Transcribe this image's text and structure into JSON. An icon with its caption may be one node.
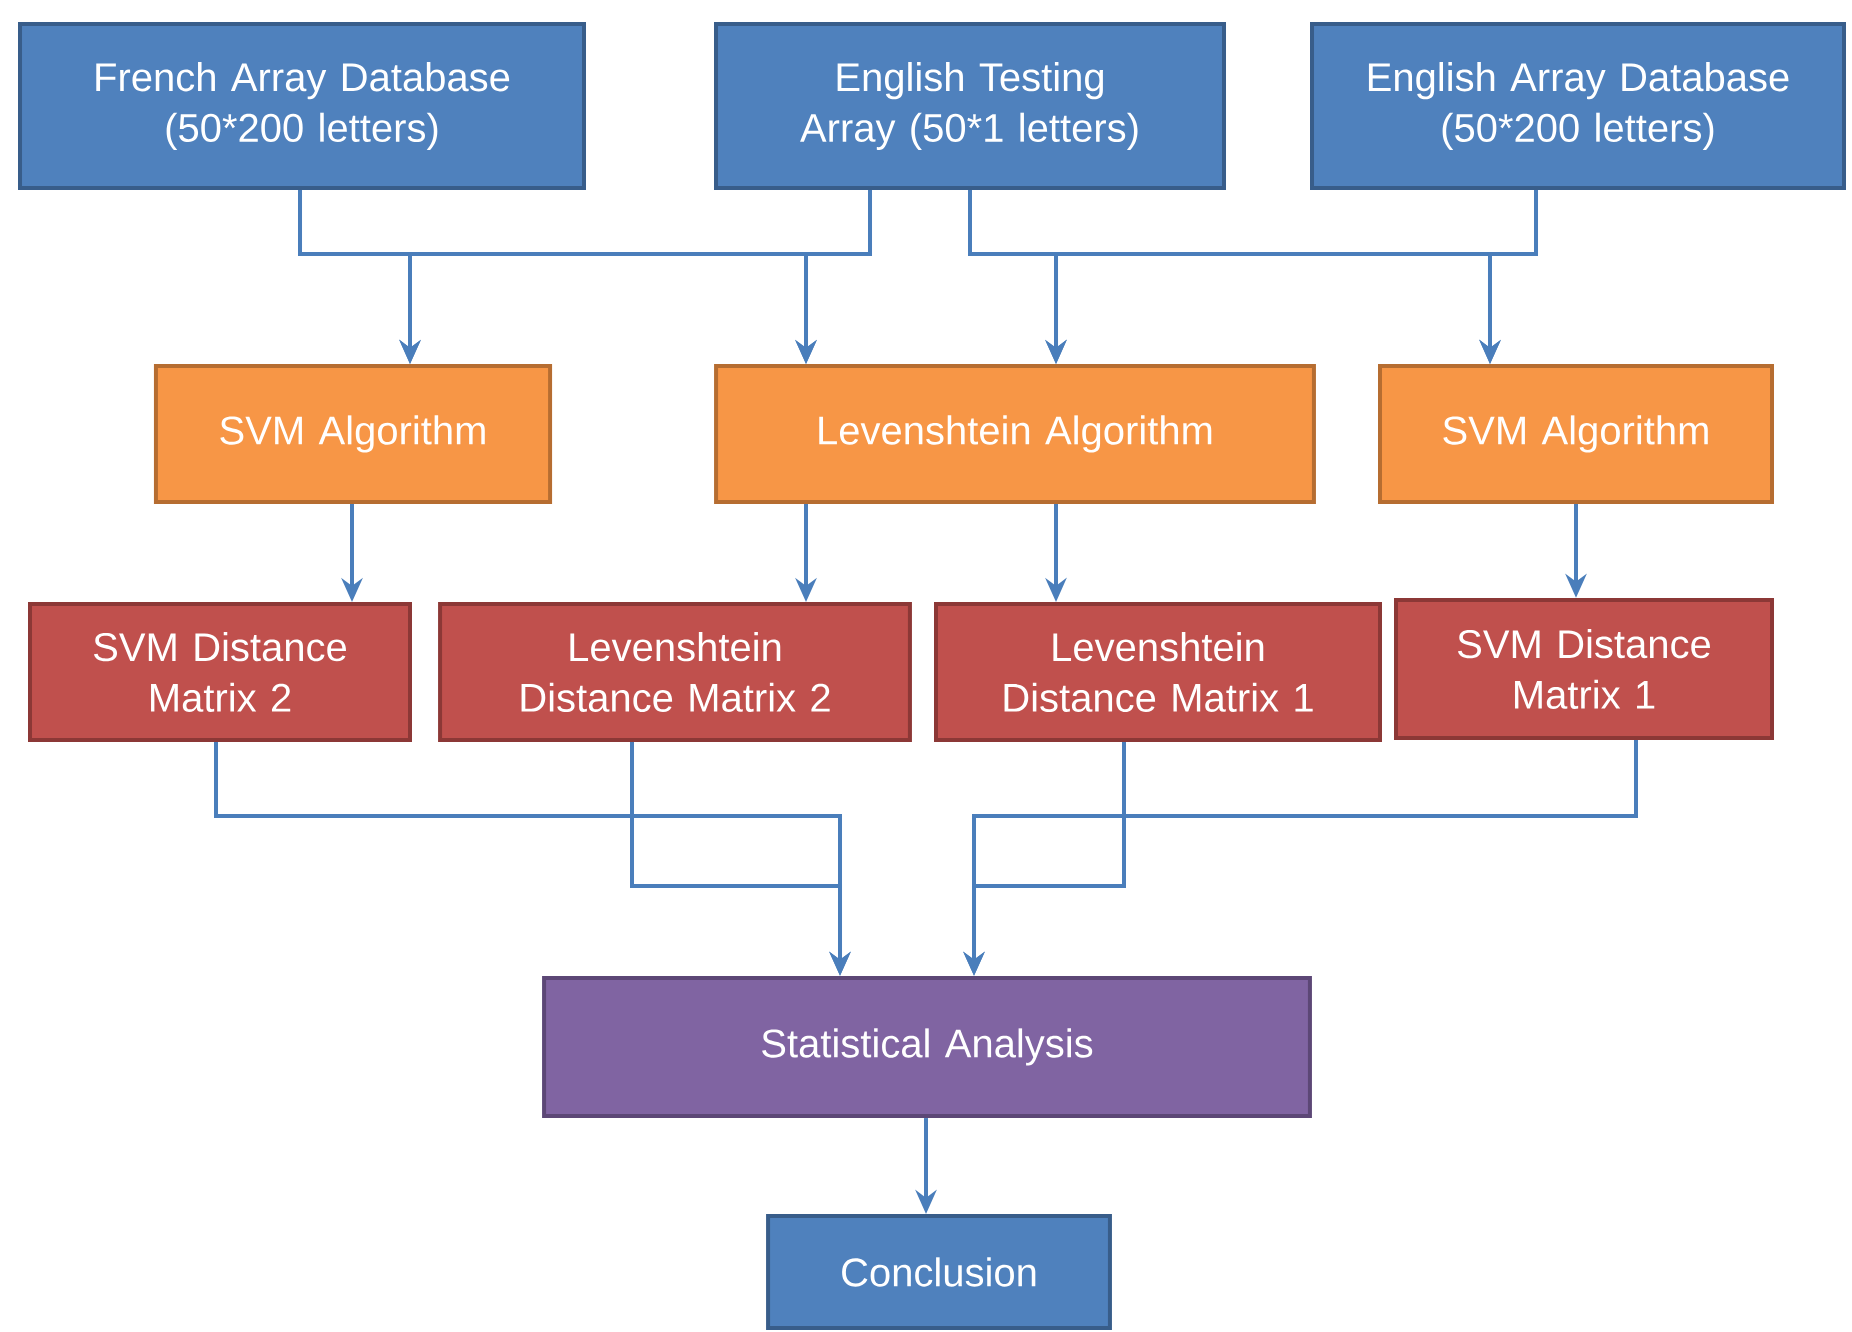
{
  "diagram": {
    "nodes": [
      {
        "text": [
          "French Array Database (50*200 letters)"
        ]
      },
      {
        "text": [
          "English Testing Array (50*1 letters)"
        ]
      },
      {
        "text": [
          "English Array Database (50*200 letters)"
        ]
      },
      {
        "text": [
          "SVM Algorithm"
        ]
      },
      {
        "text": [
          "Levenshtein Algorithm"
        ]
      },
      {
        "text": [
          "SVM Algorithm"
        ]
      },
      {
        "text": [
          "SVM Distance Matrix 2"
        ]
      },
      {
        "text": [
          "Levenshtein Distance Matrix 2"
        ]
      },
      {
        "text": [
          "Levenshtein Distance Matrix 1"
        ]
      },
      {
        "text": [
          "SVM Distance Matrix 1"
        ]
      },
      {
        "text": [
          "Statistical Analysis"
        ]
      },
      {
        "text": [
          "Conclusion"
        ]
      }
    ],
    "edges": [
      {
        "from": 0,
        "to": 3,
        "arrow": "to"
      },
      {
        "from": 1,
        "to": 3,
        "arrow": "to"
      },
      {
        "from": 0,
        "to": 4,
        "arrow": "to"
      },
      {
        "from": 1,
        "to": 4,
        "arrow": "to"
      },
      {
        "from": 1,
        "to": 4,
        "arrow": "to"
      },
      {
        "from": 1,
        "to": 5,
        "arrow": "to"
      },
      {
        "from": 2,
        "to": 4,
        "arrow": "to"
      },
      {
        "from": 2,
        "to": 5,
        "arrow": "to"
      },
      {
        "from": 3,
        "to": 6,
        "arrow": "to"
      },
      {
        "from": 4,
        "to": 7,
        "arrow": "to"
      },
      {
        "from": 4,
        "to": 8,
        "arrow": "to"
      },
      {
        "from": 5,
        "to": 9,
        "arrow": "to"
      },
      {
        "from": 6,
        "to": 10,
        "arrow": "to"
      },
      {
        "from": 9,
        "to": 10,
        "arrow": "to"
      },
      {
        "from": 7,
        "to": 10,
        "arrow": "to"
      },
      {
        "from": 8,
        "to": 10,
        "arrow": "to"
      },
      {
        "from": 10,
        "to": 11,
        "arrow": "to"
      }
    ]
  }
}
